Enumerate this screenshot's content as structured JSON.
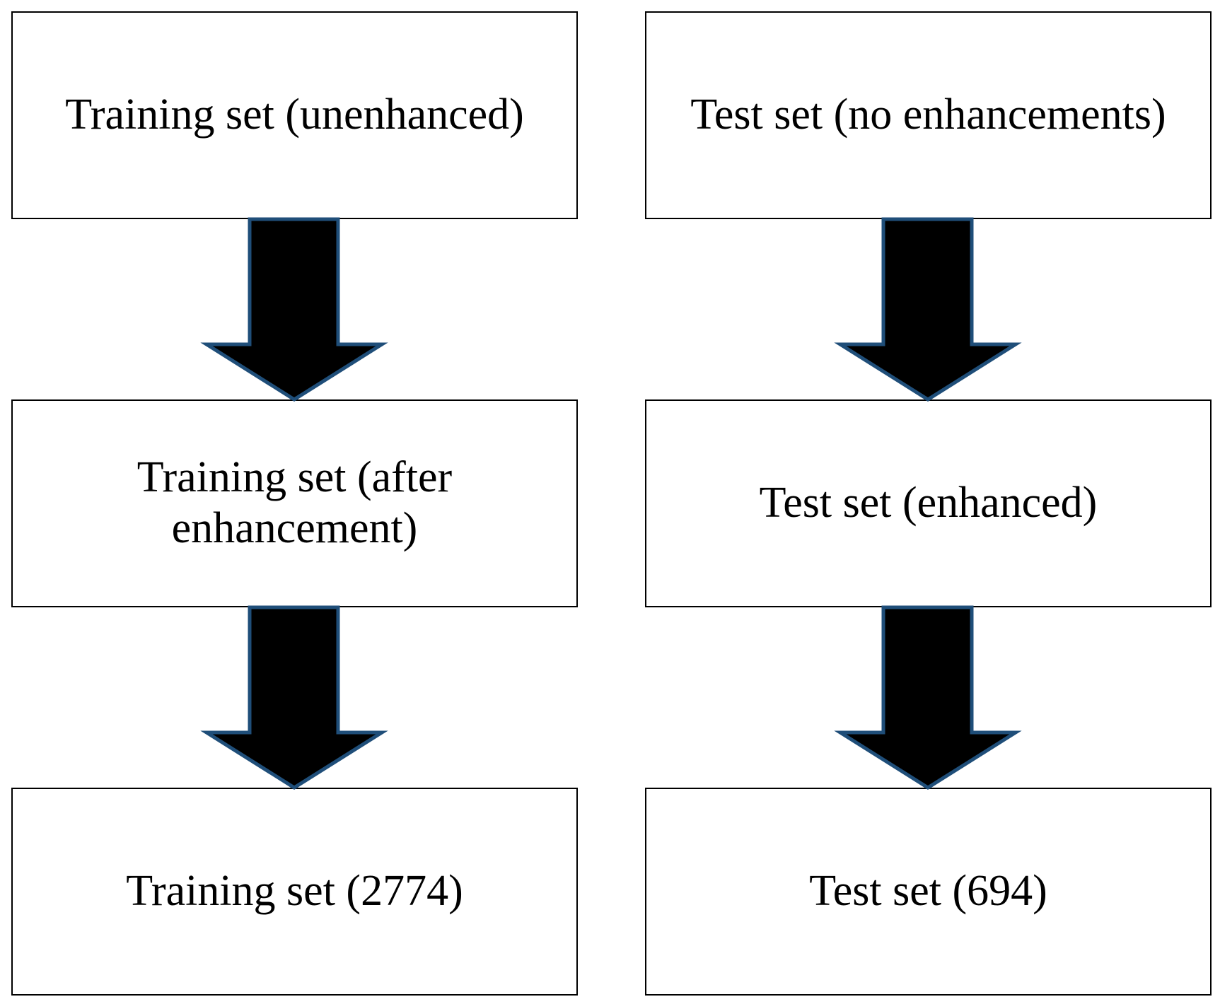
{
  "boxes": {
    "training_unenhanced": "Training set (unenhanced)",
    "test_no_enhancements": "Test set (no enhancements)",
    "training_after_enhancement": "Training set (after enhancement)",
    "test_enhanced": "Test set (enhanced)",
    "training_count": "Training set (2774)",
    "test_count": "Test set (694)"
  },
  "colors": {
    "arrow_fill": "#000000",
    "arrow_outline": "#1f4e79",
    "box_border": "#000000"
  }
}
